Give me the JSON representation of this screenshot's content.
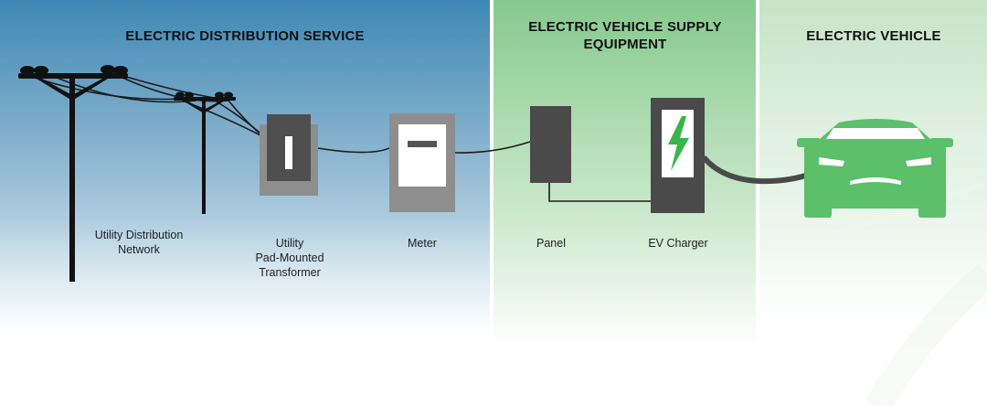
{
  "sections": {
    "distribution": "ELECTRIC DISTRIBUTION SERVICE",
    "evse_line1": "ELECTRIC VEHICLE SUPPLY",
    "evse_line2": "EQUIPMENT",
    "vehicle": "ELECTRIC VEHICLE"
  },
  "labels": {
    "network_line1": "Utility Distribution",
    "network_line2": "Network",
    "transformer_line1": "Utility",
    "transformer_line2": "Pad-Mounted",
    "transformer_line3": "Transformer",
    "meter": "Meter",
    "panel": "Panel",
    "charger": "EV Charger"
  },
  "icons": [
    "utility-pole-icon",
    "transformer-icon",
    "meter-icon",
    "panel-icon",
    "ev-charger-icon",
    "lightning-bolt-icon",
    "electric-car-icon"
  ],
  "colors": {
    "distribution_blue": "#3f88b5",
    "evse_green": "#86c98d",
    "car_green": "#5cbf6a",
    "charger_dark": "#4a4a4a",
    "bolt_green": "#39b54a"
  }
}
